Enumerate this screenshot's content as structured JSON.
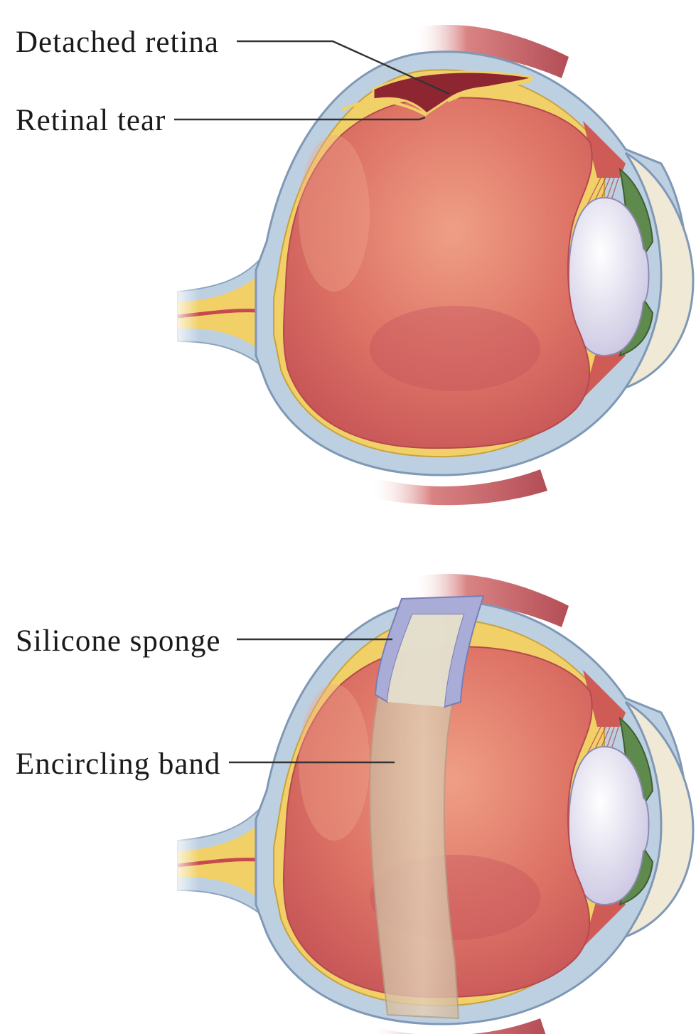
{
  "figure": {
    "top_panel": {
      "labels": {
        "detached_retina": "Detached retina",
        "retinal_tear": "Retinal tear"
      }
    },
    "bottom_panel": {
      "labels": {
        "silicone_sponge": "Silicone sponge",
        "encircling_band": "Encircling band"
      }
    }
  },
  "colors": {
    "vitreous": "#d9695f",
    "vitreous_light": "#ec9c86",
    "sclera": "#b9cde0",
    "retina_yellow": "#f1d068",
    "iris_green": "#5f8a4e",
    "lens": "#e6e3f2",
    "muscle": "#c86a6a",
    "cornea": "#efe9d6",
    "band": "#d8c1a6",
    "sponge": "#e2dccb",
    "sponge_edge": "#9fa3cf"
  }
}
